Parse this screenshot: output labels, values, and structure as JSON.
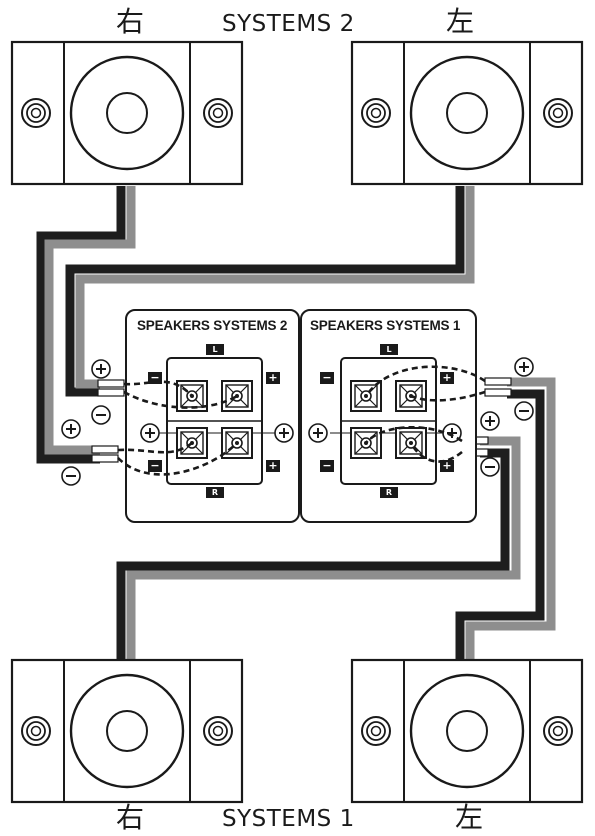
{
  "top": {
    "title": "SYSTEMS 2",
    "right_char": "右",
    "left_char": "左"
  },
  "bottom": {
    "title": "SYSTEMS 1",
    "right_char": "右",
    "left_char": "左"
  },
  "panels": {
    "systems2_title": "SPEAKERS SYSTEMS 2",
    "systems1_title": "SPEAKERS SYSTEMS 1",
    "tab_l": "L",
    "tab_r": "R",
    "plus": "+",
    "minus": "−"
  },
  "colors": {
    "wire_dark": "#1e1e1e",
    "wire_grey": "#8e8e8e",
    "outline": "#1a1a1a"
  }
}
